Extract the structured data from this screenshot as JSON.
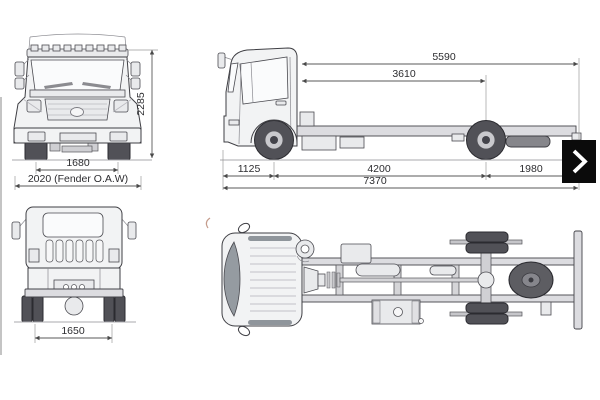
{
  "views": {
    "front": {
      "dims": {
        "track": "1680",
        "fender_oaw": "2020 (Fender O.A.W)",
        "overall_height": "2285"
      }
    },
    "side": {
      "dims": {
        "cab_rear_to_frame_end": "5590",
        "cab_rear_to_rear_axle": "3610",
        "front_overhang": "1125",
        "wheelbase": "4200",
        "rear_overhang": "1980",
        "overall_length": "7370"
      }
    },
    "rear": {
      "dims": {
        "rear_track": "1650"
      }
    },
    "top": {
      "dims": {}
    }
  },
  "controls": {
    "next_icon": "chevron-right"
  },
  "colors": {
    "line_art": "#3f3f44",
    "body_fill": "#f2f3f4",
    "tire": "#515157",
    "glass_top_view": "#959ba1",
    "dim_text": "#2d2d30",
    "next_button_bg": "#0b0b0b",
    "next_chevron": "#ffffff"
  }
}
